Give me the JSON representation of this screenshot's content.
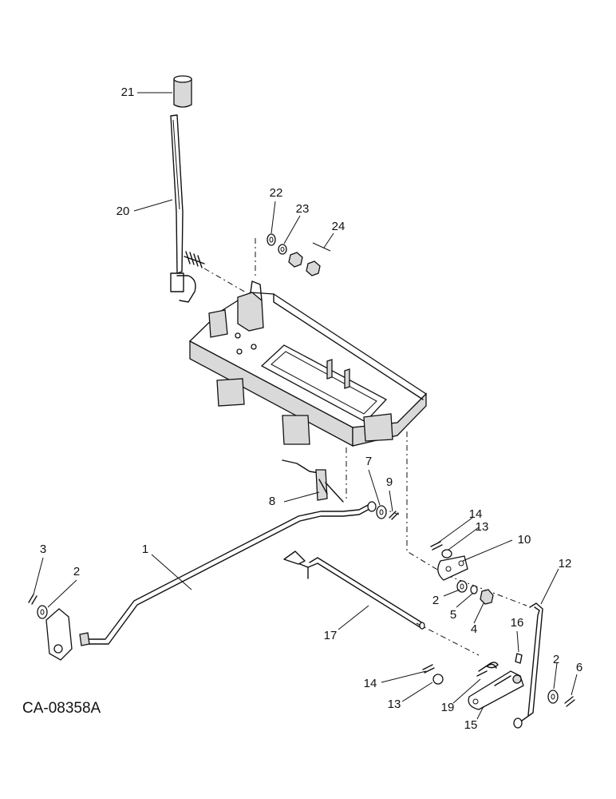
{
  "drawing_id": "CA-08358A",
  "callouts": [
    {
      "id": "21",
      "text": "21"
    },
    {
      "id": "20",
      "text": "20"
    },
    {
      "id": "22",
      "text": "22"
    },
    {
      "id": "23",
      "text": "23"
    },
    {
      "id": "24",
      "text": "24"
    },
    {
      "id": "7",
      "text": "7"
    },
    {
      "id": "9",
      "text": "9"
    },
    {
      "id": "8",
      "text": "8"
    },
    {
      "id": "14a",
      "text": "14"
    },
    {
      "id": "13a",
      "text": "13"
    },
    {
      "id": "10",
      "text": "10"
    },
    {
      "id": "3",
      "text": "3"
    },
    {
      "id": "1",
      "text": "1"
    },
    {
      "id": "2a",
      "text": "2"
    },
    {
      "id": "12",
      "text": "12"
    },
    {
      "id": "2b",
      "text": "2"
    },
    {
      "id": "5",
      "text": "5"
    },
    {
      "id": "4",
      "text": "4"
    },
    {
      "id": "17",
      "text": "17"
    },
    {
      "id": "16",
      "text": "16"
    },
    {
      "id": "2c",
      "text": "2"
    },
    {
      "id": "6",
      "text": "6"
    },
    {
      "id": "14b",
      "text": "14"
    },
    {
      "id": "13b",
      "text": "13"
    },
    {
      "id": "19",
      "text": "19"
    },
    {
      "id": "15",
      "text": "15"
    }
  ]
}
